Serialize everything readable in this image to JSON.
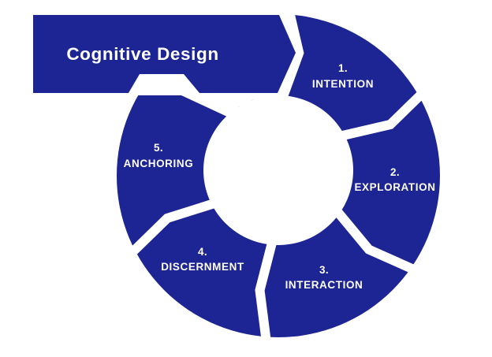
{
  "title": "Cognitive Design",
  "colors": {
    "primary": "#1d2493",
    "background": "#ffffff",
    "text_on_primary": "#ffffff"
  },
  "steps": [
    {
      "number": "1.",
      "label": "INTENTION"
    },
    {
      "number": "2.",
      "label": "EXPLORATION"
    },
    {
      "number": "3.",
      "label": "INTERACTION"
    },
    {
      "number": "4.",
      "label": "DISCERNMENT"
    },
    {
      "number": "5.",
      "label": "ANCHORING"
    }
  ]
}
